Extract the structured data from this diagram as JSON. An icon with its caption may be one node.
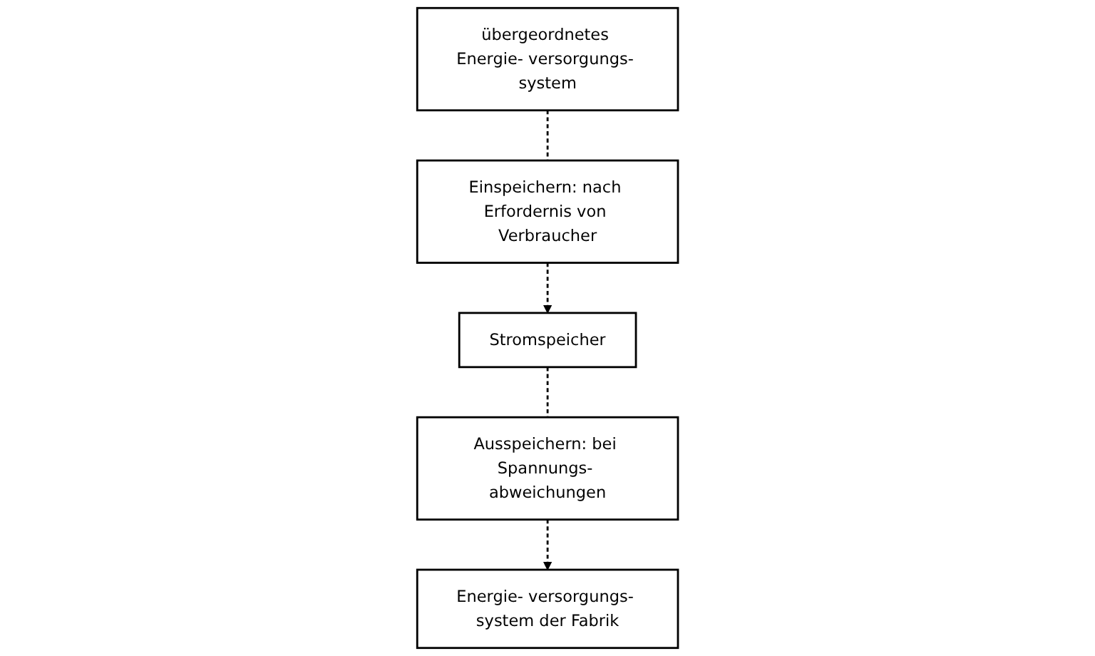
{
  "diagram": {
    "nodes": [
      {
        "text": [
          "übergeordnetes Energie- versorgungs- system"
        ]
      },
      {
        "text": [
          "Energie- versorgungs- system der Fabrik"
        ]
      },
      {
        "text": [
          "Einspeichern: nach Erfordernis von Verbraucher"
        ]
      },
      {
        "text": [
          "Ausspeichern: bei Spannungs- abweichungen"
        ]
      },
      {
        "text": [
          "Stromspeicher"
        ]
      }
    ],
    "edges": [
      {
        "from": 0,
        "to": 2,
        "arrow": "none",
        "style": "dashed"
      },
      {
        "from": 2,
        "to": 4,
        "arrow": "to",
        "style": "dashed"
      },
      {
        "from": 4,
        "to": 3,
        "arrow": "none",
        "style": "dashed"
      },
      {
        "from": 3,
        "to": 1,
        "arrow": "to",
        "style": "dashed"
      }
    ]
  }
}
